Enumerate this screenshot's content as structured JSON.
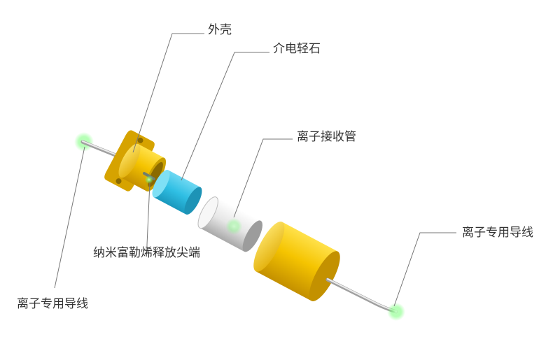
{
  "labels": {
    "shell": "外壳",
    "dielectric": "介电轻石",
    "ion_tube": "离子接收管",
    "nanotip": "纳米富勒烯释放尖端",
    "lead_left": "离子专用导线",
    "lead_right": "离子专用导线"
  },
  "colors": {
    "gold": "#f5c400",
    "gold_dark": "#c79600",
    "cyan": "#33c3e6",
    "silver": "#e4e4e4",
    "leader": "#777777",
    "glow": "#7dff7d",
    "text": "#333333"
  }
}
